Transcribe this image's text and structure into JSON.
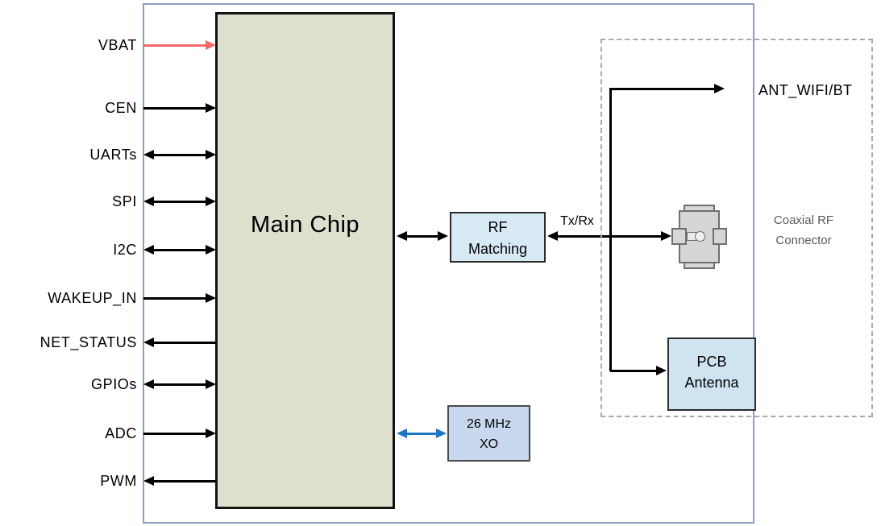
{
  "diagram": {
    "main_chip": {
      "label": "Main Chip"
    },
    "signals": [
      {
        "label": "VBAT",
        "direction": "input",
        "line_color": "#F4696A"
      },
      {
        "label": "CEN",
        "direction": "input",
        "line_color": "#000000"
      },
      {
        "label": "UARTs",
        "direction": "bidirectional",
        "line_color": "#000000"
      },
      {
        "label": "SPI",
        "direction": "bidirectional",
        "line_color": "#000000"
      },
      {
        "label": "I2C",
        "direction": "bidirectional",
        "line_color": "#000000"
      },
      {
        "label": "WAKEUP_IN",
        "direction": "input",
        "line_color": "#000000"
      },
      {
        "label": "NET_STATUS",
        "direction": "output",
        "line_color": "#000000"
      },
      {
        "label": "GPIOs",
        "direction": "bidirectional",
        "line_color": "#000000"
      },
      {
        "label": "ADC",
        "direction": "input",
        "line_color": "#000000"
      },
      {
        "label": "PWM",
        "direction": "output",
        "line_color": "#000000"
      }
    ],
    "rf_matching": {
      "line1": "RF",
      "line2": "Matching"
    },
    "rf_link_label": "Tx/Rx",
    "crystal": {
      "line1": "26 MHz",
      "line2": "XO"
    },
    "antenna": {
      "ant_label": "ANT_WIFI/BT",
      "coax_line1": "Coaxial RF",
      "coax_line2": "Connector",
      "pcb_line1": "PCB",
      "pcb_line2": "Antenna"
    },
    "colors": {
      "vbat_arrow": "#F4696A",
      "xo_arrow": "#1B76C5",
      "chip_fill": "#DCE0CC",
      "rf_fill": "#D7E9F4",
      "pcb_fill": "#CFE4F0",
      "xo_fill": "#C9D7EE",
      "outer_border": "#8E9FBB",
      "dashed_border": "#A9A9A9",
      "connector_fill": "#D6D6D6",
      "connector_stroke": "#6F6F6F",
      "coax_text": "#595959"
    }
  }
}
